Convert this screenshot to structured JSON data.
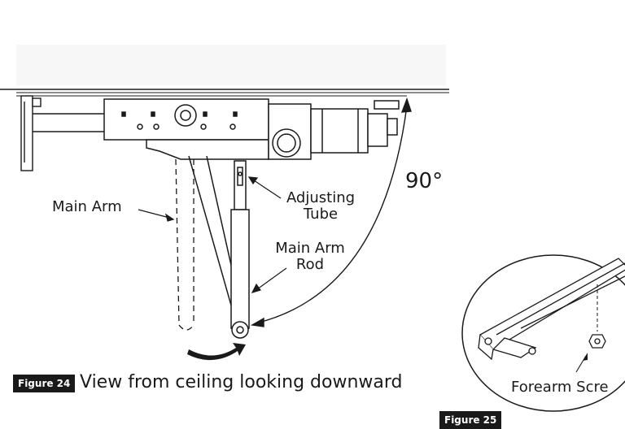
{
  "figure24": {
    "badge": "Figure 24",
    "caption": "View from ceiling looking downward",
    "labels": {
      "main_arm": "Main Arm",
      "adjusting_tube_line1": "Adjusting",
      "adjusting_tube_line2": "Tube",
      "main_arm_rod_line1": "Main Arm",
      "main_arm_rod_line2": "Rod",
      "angle": "90°"
    }
  },
  "figure25": {
    "badge": "Figure 25",
    "labels": {
      "forearm_screw": "Forearm Scre"
    }
  }
}
